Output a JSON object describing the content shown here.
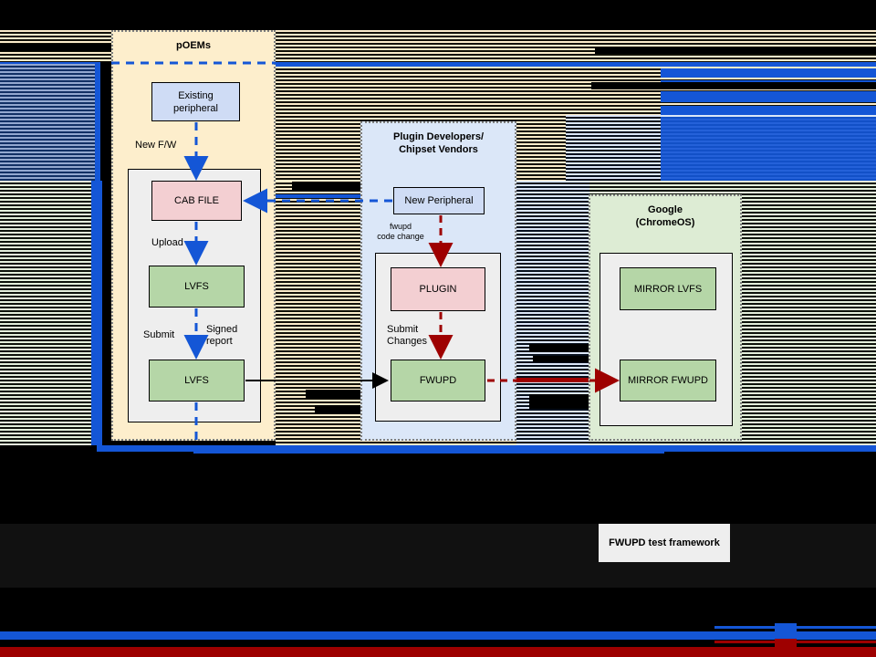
{
  "diagram": {
    "title_hidden": "fwupd firmware update flow",
    "panels": [
      {
        "id": "poems",
        "title": "pOEMs"
      },
      {
        "id": "plugin",
        "title": "Plugin Developers/\nChipset Vendors"
      },
      {
        "id": "google",
        "title": "Google\n(ChromeOS)"
      }
    ],
    "nodes": {
      "existing_peripheral": "Existing\nperipheral",
      "cab_file": "CAB FILE",
      "lvfs_upload": "LVFS",
      "lvfs_submit": "LVFS",
      "new_peripheral": "New Peripheral",
      "plugin": "PLUGIN",
      "fwupd": "FWUPD",
      "mirror_lvfs": "MIRROR LVFS",
      "mirror_fwupd": "MIRROR FWUPD",
      "test_framework": "FWUPD test framework"
    },
    "edge_labels": {
      "new_fw": "New F/W",
      "upload": "Upload",
      "submit": "Submit",
      "signed_report": "Signed\nreport",
      "fwupd_code_change": "fwupd\ncode change",
      "submit_changes": "Submit\nChanges"
    },
    "colors": {
      "panel_oems": "#fdeecc",
      "panel_plugin": "#dbe7f8",
      "panel_google": "#ddecd4",
      "node_blue": "#cfdcf5",
      "node_pink": "#f3cfd2",
      "node_green": "#b5d6a7",
      "node_plain": "#eeeeee",
      "arrow_blue": "#1456d6",
      "arrow_red": "#9e0000",
      "arrow_black": "#000000",
      "glitch_blue": "#1456d6",
      "glitch_red": "#9e0000"
    }
  }
}
